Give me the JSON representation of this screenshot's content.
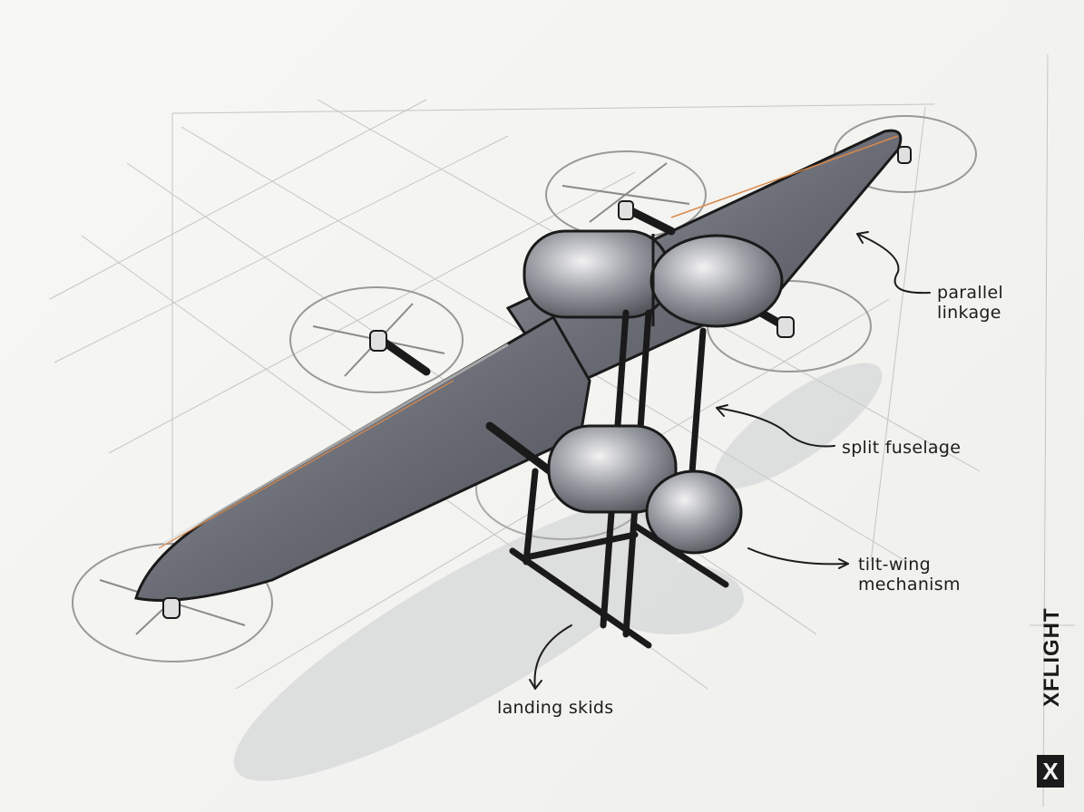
{
  "drawing": {
    "subject": "tilt-wing eVTOL drone concept sketch",
    "annotations": [
      {
        "id": "parallel-linkage",
        "lines": [
          "parallel",
          "linkage"
        ]
      },
      {
        "id": "split-fuselage",
        "lines": [
          "split fuselage"
        ]
      },
      {
        "id": "tilt-wing-mechanism",
        "lines": [
          "tilt-wing",
          "mechanism"
        ]
      },
      {
        "id": "landing-skids",
        "lines": [
          "landing skids"
        ]
      }
    ]
  },
  "brand": {
    "name": "XFLIGHT",
    "logo_glyph": "X"
  },
  "colors": {
    "paper": "#f3f3f1",
    "ink": "#1c1c1c",
    "wing_gray": "#6e7079",
    "shadow_gray": "#c9cacd",
    "accent_orange": "#d9894a",
    "accent_blue": "#8fb0cf"
  }
}
